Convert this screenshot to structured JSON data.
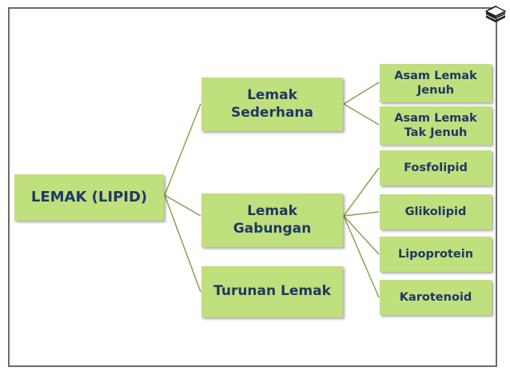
{
  "diagram": {
    "root": "LEMAK (LIPID)",
    "level1": [
      "Lemak\nSederhana",
      "Lemak\nGabungan",
      "Turunan Lemak"
    ],
    "sederhana_children": [
      "Asam Lemak\nJenuh",
      "Asam Lemak\nTak Jenuh"
    ],
    "gabungan_children": [
      "Fosfolipid",
      "Glikolipid",
      "Lipoprotein",
      "Karotenoid"
    ]
  },
  "colors": {
    "node_fill": "#bfe07d",
    "text": "#1f3864",
    "connector": "#8aa24d",
    "frame_border": "#6b6b6b"
  },
  "icons": {
    "corner": "stacked-books-icon"
  }
}
